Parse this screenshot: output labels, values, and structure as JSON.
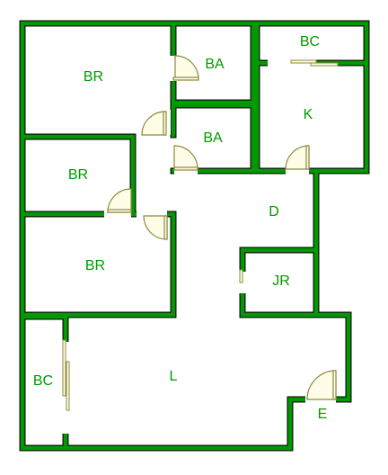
{
  "colors": {
    "wall": "#009a00",
    "wall_edge": "#111111",
    "door": "#8a8a3a",
    "door_fill": "#fffde8",
    "label": "#009a00",
    "background": "#ffffff"
  },
  "rooms": {
    "br_top": "BR",
    "ba_top": "BA",
    "bc_top": "BC",
    "ba_mid": "BA",
    "k": "K",
    "br_mid": "BR",
    "d": "D",
    "br_low": "BR",
    "jr": "JR",
    "bc_low": "BC",
    "l": "L",
    "e": "E"
  }
}
